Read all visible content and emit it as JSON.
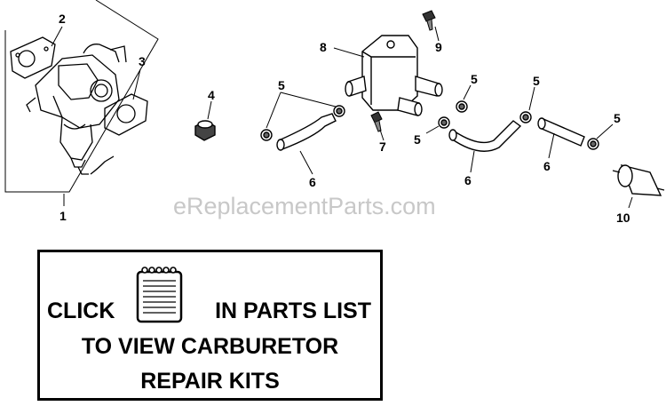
{
  "watermark": "eReplacementParts.com",
  "callouts": [
    {
      "id": "callout-1",
      "label": "1"
    },
    {
      "id": "callout-2",
      "label": "2"
    },
    {
      "id": "callout-3",
      "label": "3"
    },
    {
      "id": "callout-4",
      "label": "4"
    },
    {
      "id": "callout-5a",
      "label": "5"
    },
    {
      "id": "callout-5b",
      "label": "5"
    },
    {
      "id": "callout-5c",
      "label": "5"
    },
    {
      "id": "callout-5d",
      "label": "5"
    },
    {
      "id": "callout-5e",
      "label": "5"
    },
    {
      "id": "callout-6a",
      "label": "6"
    },
    {
      "id": "callout-6b",
      "label": "6"
    },
    {
      "id": "callout-6c",
      "label": "6"
    },
    {
      "id": "callout-7",
      "label": "7"
    },
    {
      "id": "callout-8",
      "label": "8"
    },
    {
      "id": "callout-9",
      "label": "9"
    },
    {
      "id": "callout-10",
      "label": "10"
    }
  ],
  "kit_box": {
    "click": "CLICK",
    "in_parts_list": "IN PARTS LIST",
    "line2": "TO VIEW CARBURETOR",
    "line3": "REPAIR KITS",
    "icon": "notepad-icon"
  }
}
